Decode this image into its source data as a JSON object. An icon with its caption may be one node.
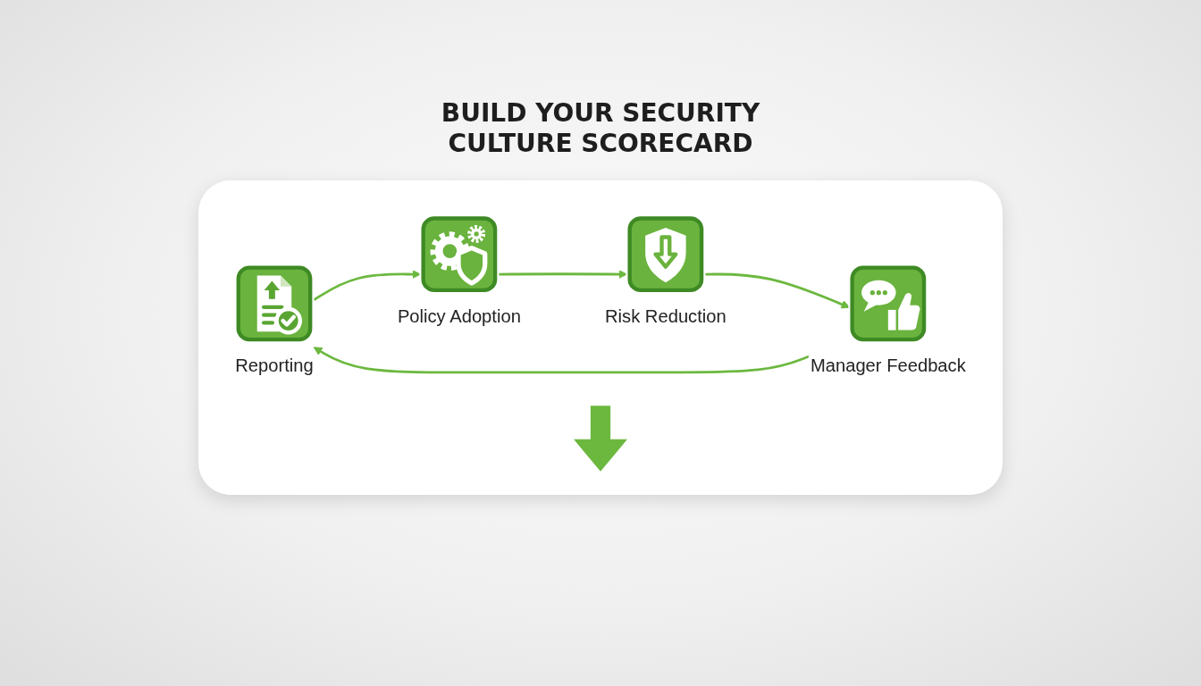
{
  "diagram": {
    "title": "BUILD YOUR SECURITY CULTURE SCORECARD",
    "nodes": [
      {
        "text": [
          "Reporting"
        ]
      },
      {
        "text": [
          "Policy Adoption"
        ]
      },
      {
        "text": [
          "Risk Reduction"
        ]
      },
      {
        "text": [
          "Manager Feedback"
        ]
      }
    ],
    "edges": [
      {
        "from": 0,
        "to": 1,
        "arrow": "to"
      },
      {
        "from": 1,
        "to": 2,
        "arrow": "to"
      },
      {
        "from": 2,
        "to": 3,
        "arrow": "to"
      },
      {
        "from": 3,
        "to": 0,
        "arrow": "to"
      }
    ]
  }
}
